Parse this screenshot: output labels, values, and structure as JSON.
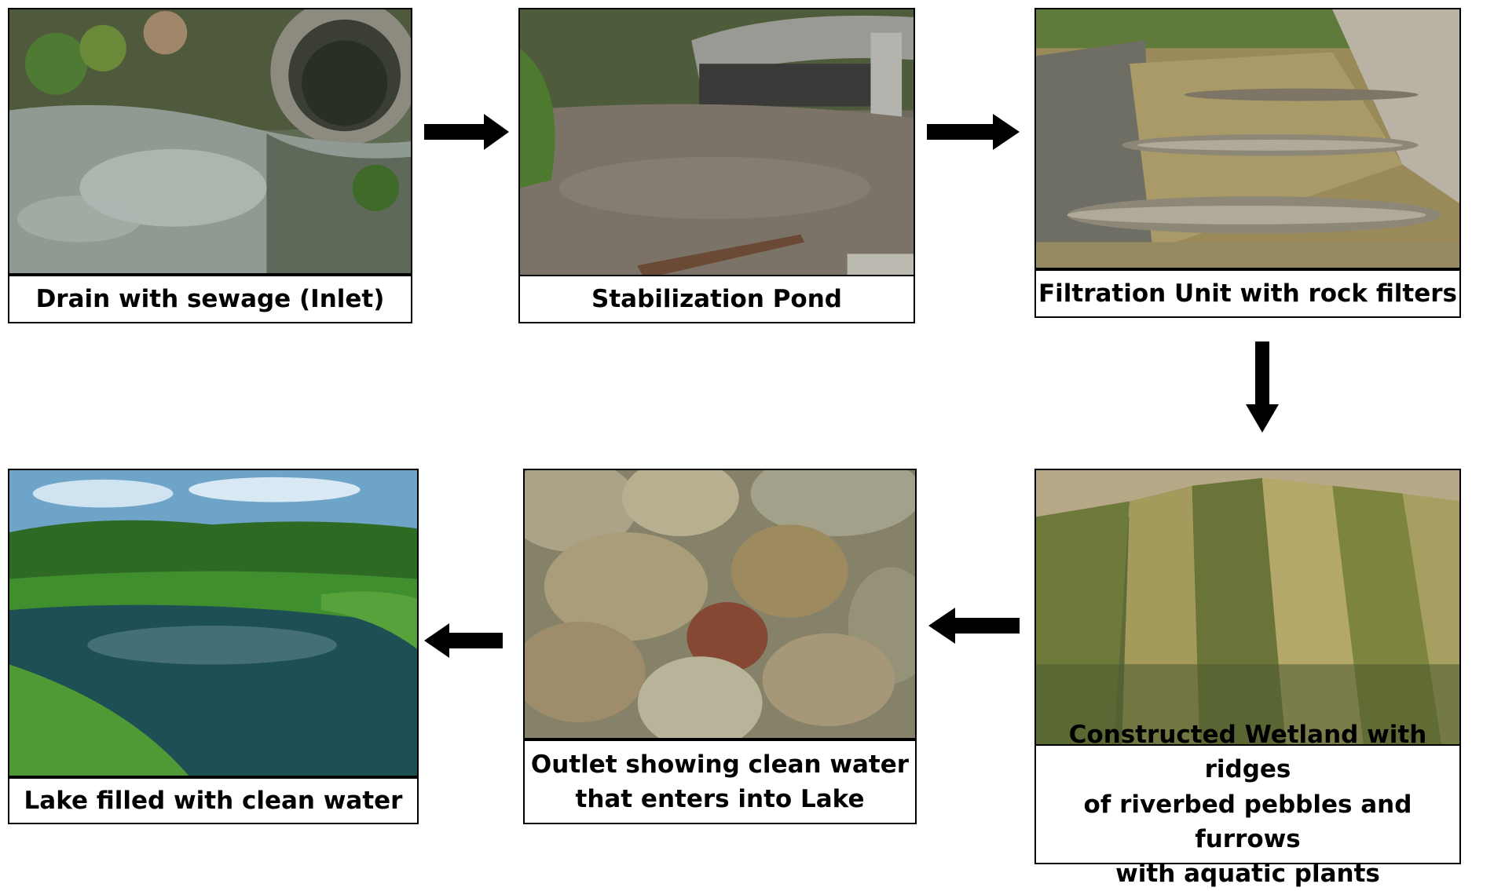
{
  "diagram": {
    "steps": [
      {
        "caption": "Drain with sewage (Inlet)"
      },
      {
        "caption": "Stabilization Pond"
      },
      {
        "caption": "Filtration Unit with rock filters"
      },
      {
        "caption": "Constructed Wetland with ridges\nof riverbed pebbles and furrows\nwith aquatic plants"
      },
      {
        "caption": "Outlet showing clean water\nthat enters into Lake"
      },
      {
        "caption": "Lake filled with clean water"
      }
    ],
    "colors": {
      "border": "#000000",
      "arrow": "#000000",
      "sewage_water": "#8f9a92",
      "pond_water": "#7b7368",
      "filter_water": "#9a8a5a",
      "wetland_grass": "#8c8a3c",
      "outlet_stone": "#b8a27a",
      "lake_water": "#1d4f54",
      "lake_greenery": "#3f8f2e"
    }
  }
}
